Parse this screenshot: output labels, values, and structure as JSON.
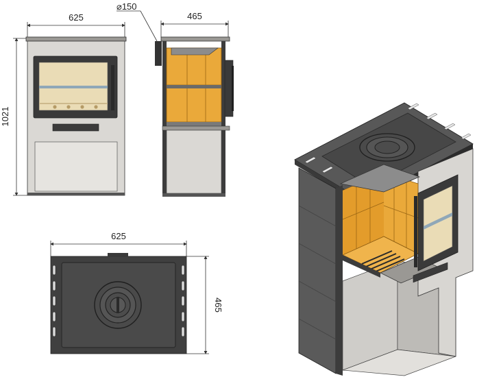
{
  "dimensions": {
    "front_width": "625",
    "front_height": "1021",
    "flue_diameter": "⌀150",
    "side_depth": "465",
    "top_width": "625",
    "top_depth": "465"
  },
  "colors": {
    "steel_light": "#d7d5d1",
    "steel_dark": "#3c3c3c",
    "chamotte": "#e9a93a",
    "chamotte_dark": "#c98a22",
    "glass": "#e8d9b5"
  }
}
